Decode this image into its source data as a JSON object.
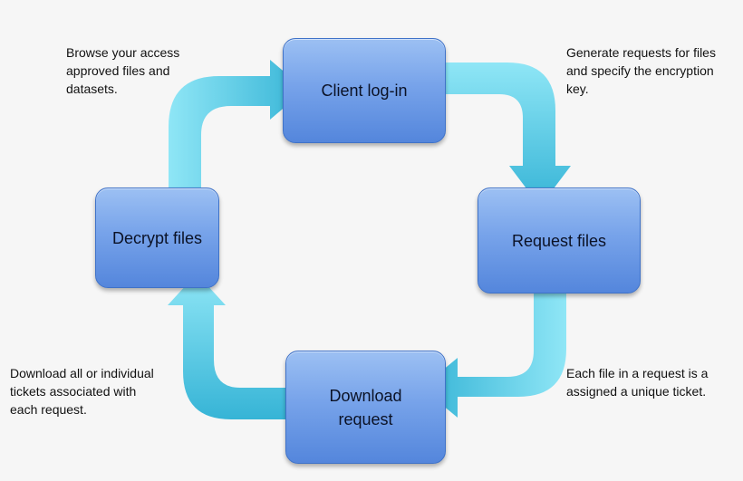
{
  "diagram": {
    "nodes": {
      "client_login": "Client log-in",
      "request_files": "Request files",
      "download_request": "Download\nrequest",
      "decrypt_files": "Decrypt files"
    },
    "notes": {
      "browse": "Browse your access\napproved files and\ndatasets.",
      "generate": "Generate requests for files\nand specify the encryption\nkey.",
      "download_all": "Download all or individual\ntickets associated with\neach request.",
      "each_file": "Each file in a request is a\nassigned a unique ticket."
    },
    "colors": {
      "arrow_light": "#8fe6f6",
      "arrow_dark": "#36b4d6",
      "box_top": "#9cc0f3",
      "box_bottom": "#5486dc",
      "background": "#f6f6f6"
    }
  }
}
